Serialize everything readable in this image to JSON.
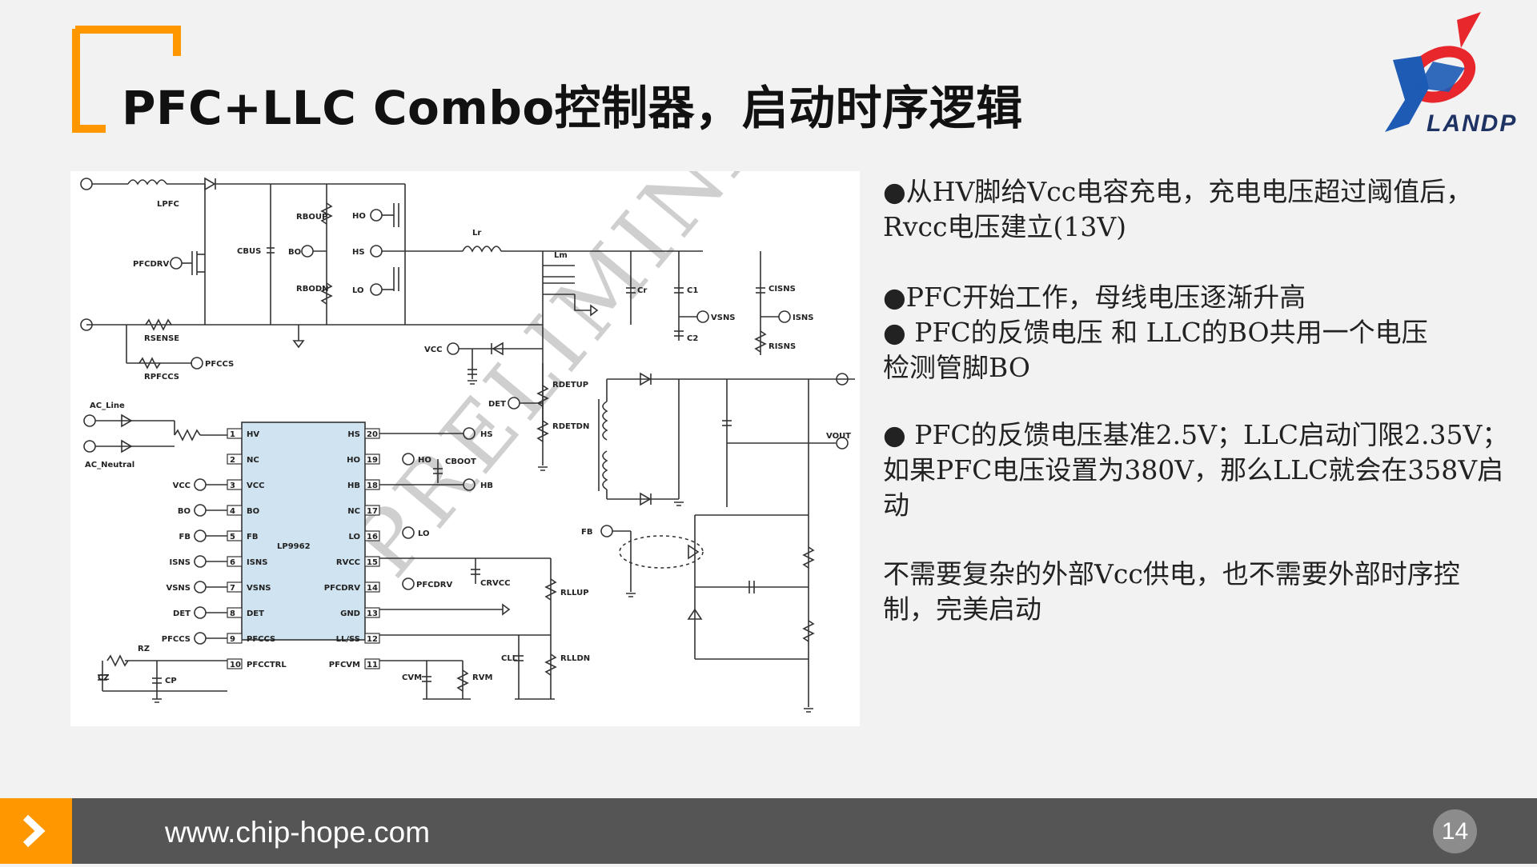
{
  "slide": {
    "title": "PFC+LLC Combo控制器，启动时序逻辑",
    "logo_text": "LANDP",
    "bullets": [
      {
        "lines": [
          "●从HV脚给Vcc电容充电，充电电压超过阈值后，",
          "Rvcc电压建立(13V)"
        ]
      },
      {
        "lines": [
          "●PFC开始工作，母线电压逐渐升高"
        ]
      },
      {
        "lines": [
          "● PFC的反馈电压 和 LLC的BO共用一个电压",
          "检测管脚BO"
        ]
      },
      {
        "lines": [
          "● PFC的反馈电压基准2.5V；LLC启动门限2.35V；",
          "如果PFC电压设置为380V，那么LLC就会在358V启动"
        ]
      },
      {
        "lines": [
          "不需要复杂的外部Vcc供电，也不需要外部时序控",
          "制，完美启动"
        ]
      }
    ],
    "footer_url": "www.chip-hope.com",
    "page_number": "14",
    "accent_color": "#ff9800",
    "footer_color": "#555555"
  },
  "diagram": {
    "chip_name": "LP9962",
    "watermark": "PRELIMINARY",
    "left_pins": [
      {
        "num": "1",
        "name": "HV"
      },
      {
        "num": "2",
        "name": "NC"
      },
      {
        "num": "3",
        "name": "VCC"
      },
      {
        "num": "4",
        "name": "BO"
      },
      {
        "num": "5",
        "name": "FB"
      },
      {
        "num": "6",
        "name": "ISNS"
      },
      {
        "num": "7",
        "name": "VSNS"
      },
      {
        "num": "8",
        "name": "DET"
      },
      {
        "num": "9",
        "name": "PFCCS"
      },
      {
        "num": "10",
        "name": "PFCCTRL"
      }
    ],
    "right_pins": [
      {
        "num": "20",
        "name": "HS"
      },
      {
        "num": "19",
        "name": "HO"
      },
      {
        "num": "18",
        "name": "HB"
      },
      {
        "num": "17",
        "name": "NC"
      },
      {
        "num": "16",
        "name": "LO"
      },
      {
        "num": "15",
        "name": "RVCC"
      },
      {
        "num": "14",
        "name": "PFCDRV"
      },
      {
        "num": "13",
        "name": "GND"
      },
      {
        "num": "12",
        "name": "LL/SS"
      },
      {
        "num": "11",
        "name": "PFCVM"
      }
    ],
    "left_nets": [
      "VCC",
      "BO",
      "FB",
      "ISNS",
      "VSNS",
      "DET",
      "PFCCS"
    ],
    "right_nets": [
      "HS",
      "HO",
      "HB",
      "LO",
      "PFCDRV"
    ],
    "labels": {
      "lpfc": "LPFC",
      "pfcdrv": "PFCDRV",
      "cbus": "CBUS",
      "rsense": "RSENSE",
      "rpfccs": "RPFCCS",
      "pfccs": "PFCCS",
      "rbout": "RBOUP",
      "rbodn": "RBODN",
      "bo": "BO",
      "ho": "HO",
      "hs": "HS",
      "lo": "LO",
      "lr": "Lr",
      "lm": "Lm",
      "cr": "Cr",
      "c1": "C1",
      "c2": "C2",
      "cisns": "CISNS",
      "vsns": "VSNS",
      "isns": "ISNS",
      "risns": "RISNS",
      "vcc": "VCC",
      "det": "DET",
      "rdetup": "RDETUP",
      "rdetdn": "RDETDN",
      "vout": "VOUT",
      "fb": "FB",
      "ac_line": "AC_Line",
      "ac_neutral": "AC_Neutral",
      "cboot": "CBOOT",
      "crvcc": "CRVCC",
      "rllup": "RLLUP",
      "rlldn": "RLLDN",
      "cll": "CLL",
      "cvm": "CVM",
      "rvm": "RVM",
      "rz": "RZ",
      "cz": "CZ",
      "cp": "CP",
      "pfcdrv2": "PFCDRV"
    }
  }
}
